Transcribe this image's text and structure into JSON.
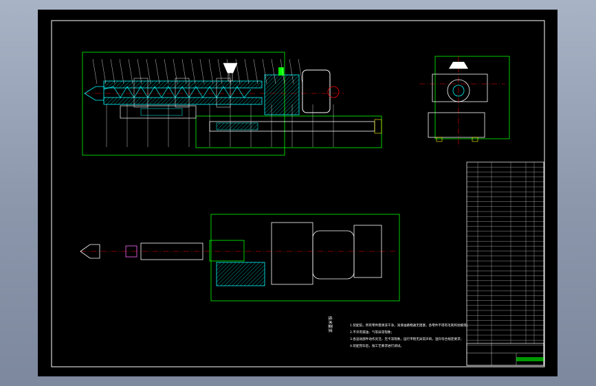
{
  "drawing": {
    "background": "#000000",
    "frame_color": "#ffffff",
    "outline_color": "#00ff00",
    "part_color": "#00ffff",
    "centerline_color": "#ff0000",
    "hatch_color": "#00ffff",
    "accent_color": "#ffff00"
  },
  "tech_requirements": {
    "heading": "技术要求",
    "items": [
      "1.装配前，所有零件需清洗干净，润滑油路畅通无阻塞，各零件不得有毛刺和划痕等；",
      "2.不许有漏油、气等异常现象；",
      "3.各运动部件动作灵活，无卡滞现象，运行平稳无异常声响，温升符合规定要求；",
      "4.装配完毕后，按工艺要求进行调试。"
    ]
  }
}
